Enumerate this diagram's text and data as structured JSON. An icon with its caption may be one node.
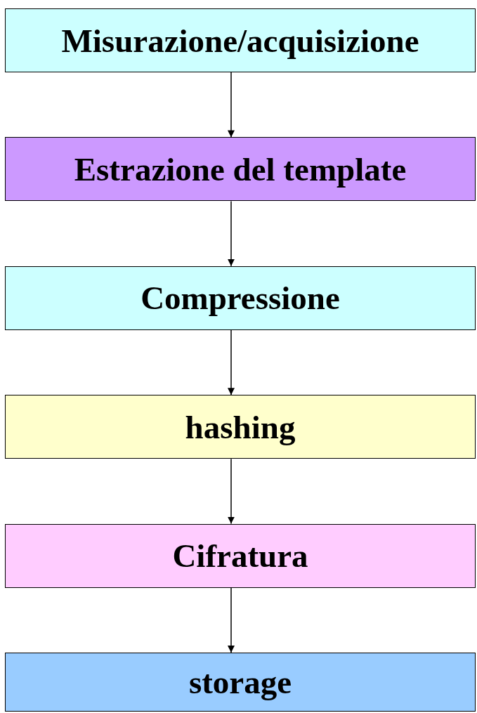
{
  "diagram": {
    "nodes": [
      {
        "text": [
          "Misurazione/acquisizione"
        ]
      },
      {
        "text": [
          "Estrazione del template"
        ]
      },
      {
        "text": [
          "Compressione"
        ]
      },
      {
        "text": [
          "hashing"
        ]
      },
      {
        "text": [
          "Cifratura"
        ]
      },
      {
        "text": [
          "storage"
        ]
      }
    ],
    "edges": [
      {
        "from": 0,
        "to": 1,
        "arrow": "to"
      },
      {
        "from": 1,
        "to": 2,
        "arrow": "to"
      },
      {
        "from": 2,
        "to": 3,
        "arrow": "to"
      },
      {
        "from": 3,
        "to": 4,
        "arrow": "to"
      },
      {
        "from": 4,
        "to": 5,
        "arrow": "to"
      }
    ]
  }
}
